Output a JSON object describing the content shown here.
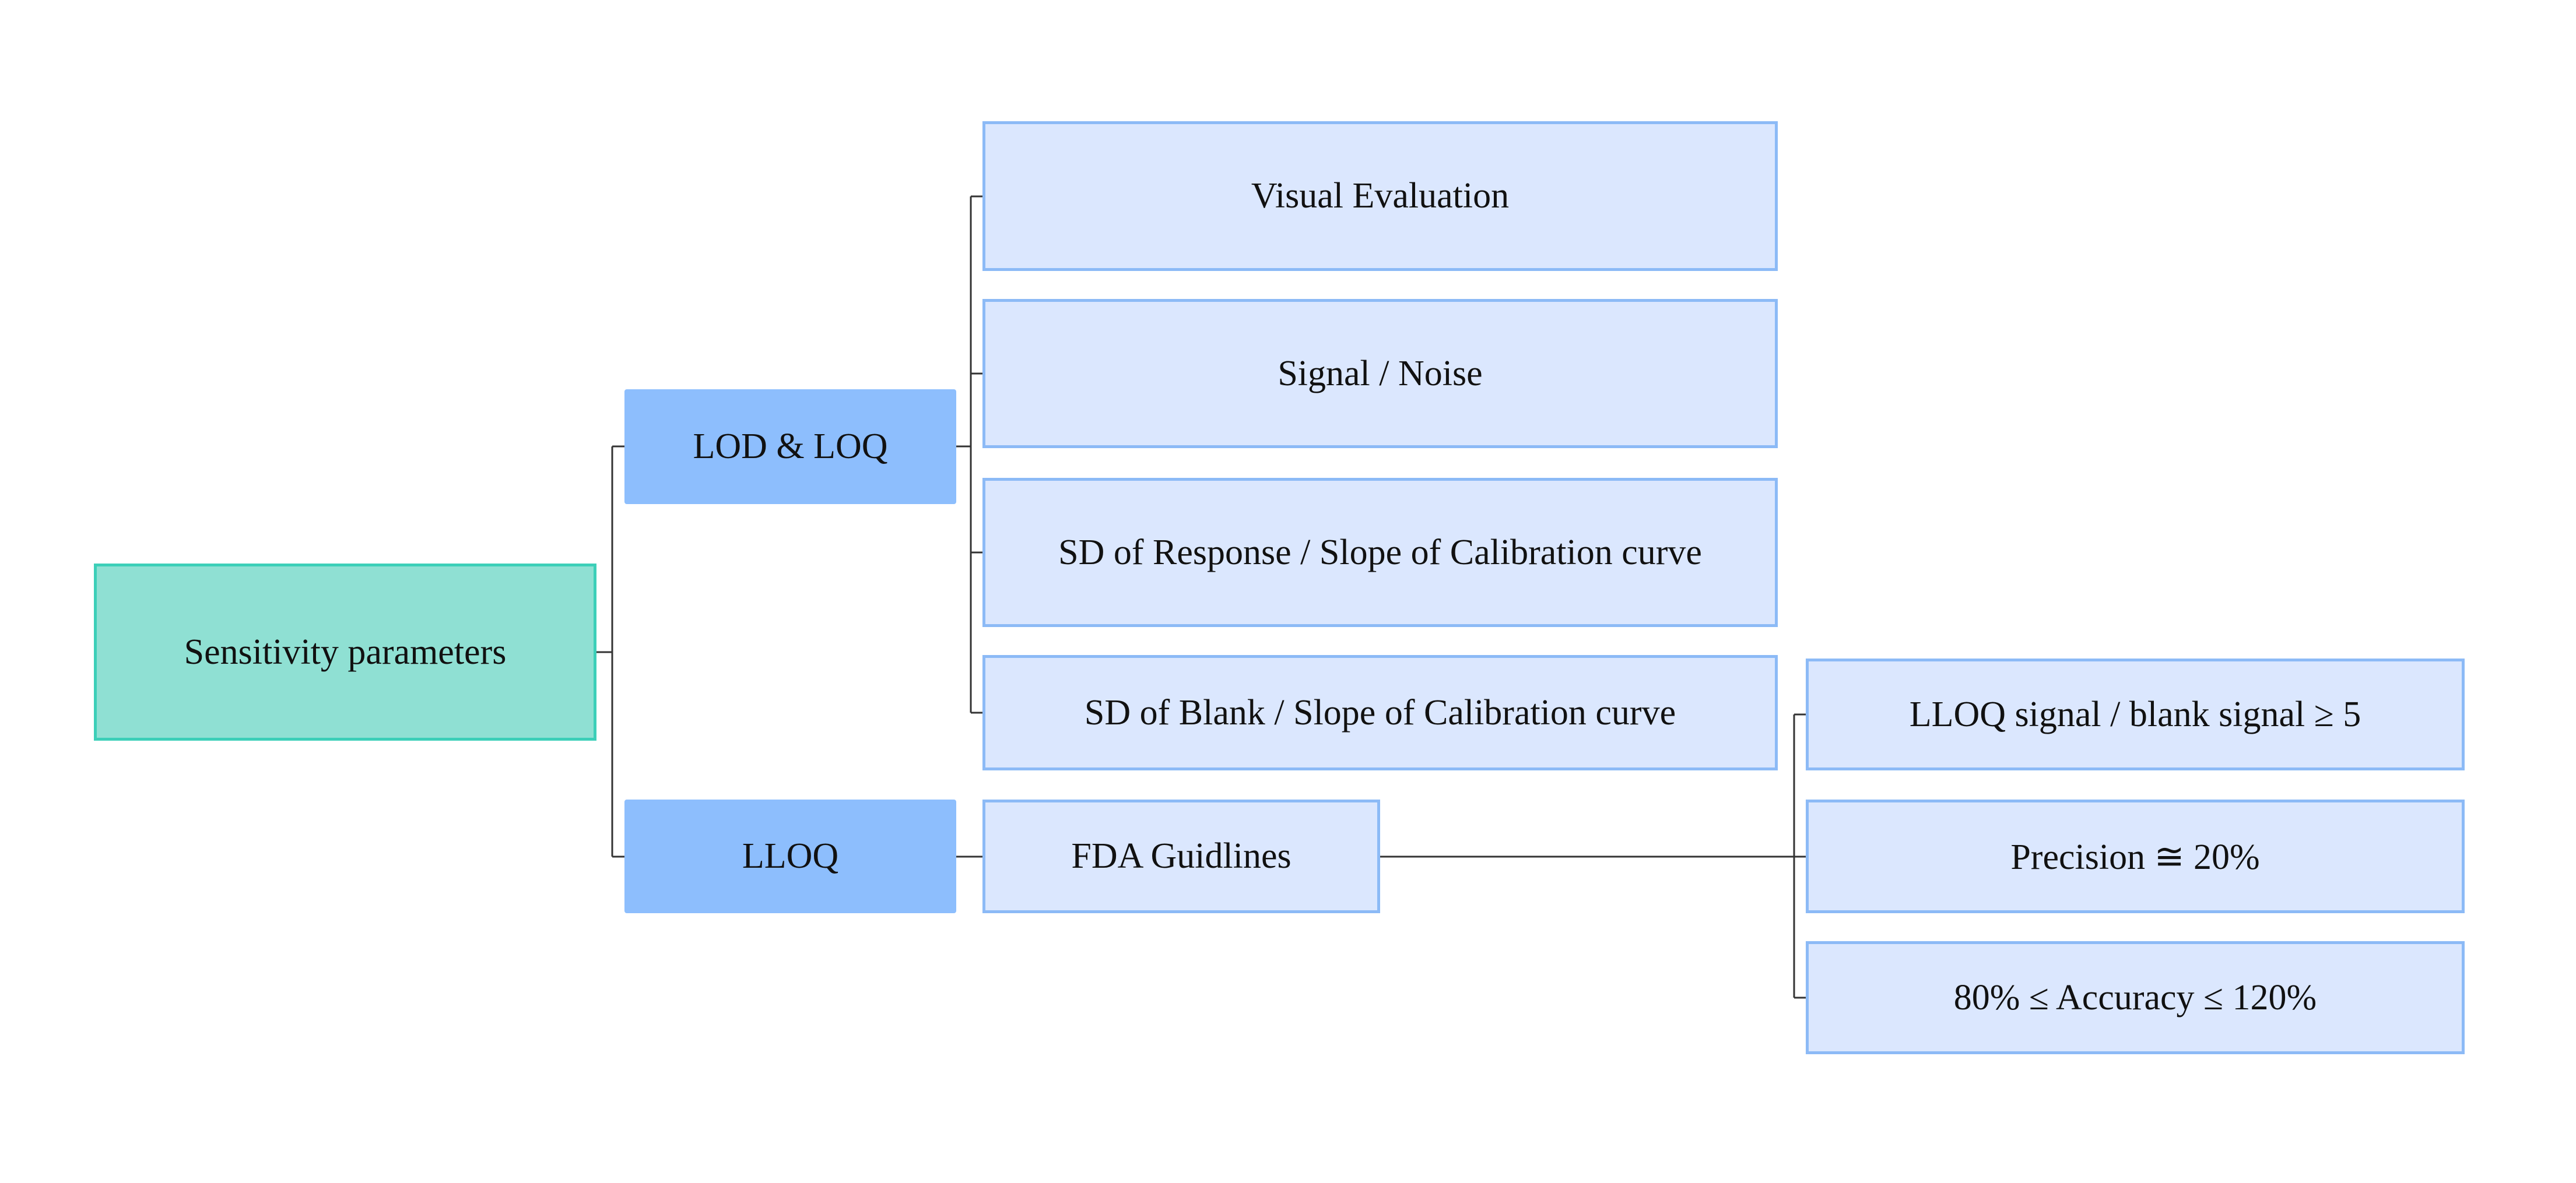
{
  "diagram": {
    "root": {
      "label": "Sensitivity parameters",
      "color": "#8fe0d3"
    },
    "branches": [
      {
        "label": "LOD & LOQ",
        "color": "#8dbefd",
        "children": [
          {
            "label": "Visual Evaluation"
          },
          {
            "label": "Signal / Noise"
          },
          {
            "label": "SD of Response / Slope of Calibration curve"
          },
          {
            "label": "SD of Blank / Slope of Calibration curve"
          }
        ]
      },
      {
        "label": "LLOQ",
        "color": "#8dbefd",
        "children": [
          {
            "label": "FDA Guidlines",
            "children": [
              {
                "label": "LLOQ signal / blank signal ≥ 5"
              },
              {
                "label": "Precision ≅ 20%"
              },
              {
                "label": "80% ≤ Accuracy ≤ 120%"
              }
            ]
          }
        ]
      }
    ],
    "leaf_color": "#dbe7fe",
    "leaf_border": "#8cbaf6"
  }
}
